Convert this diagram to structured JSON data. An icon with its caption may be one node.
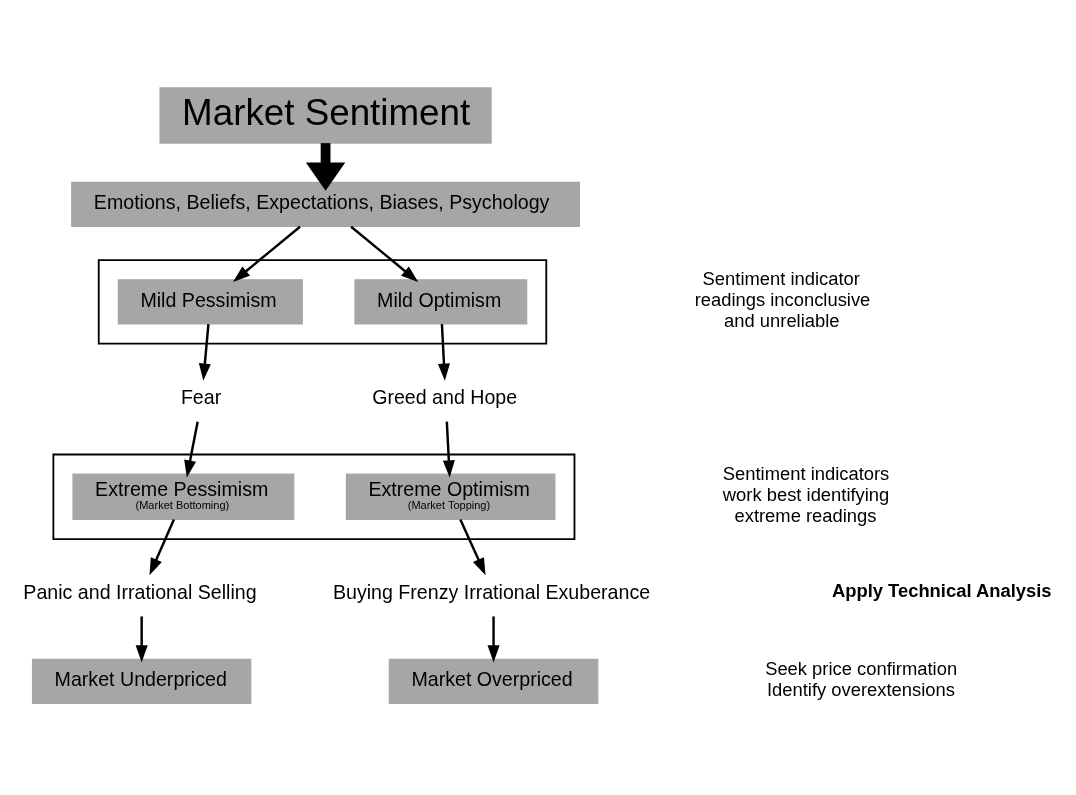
{
  "diagram": {
    "nodes": [
      {
        "text": [
          "Market Sentiment"
        ]
      },
      {
        "text": [
          "Emotions, Beliefs, Expectations, Biases, Psychology"
        ]
      },
      {
        "text": [],
        "shape": "box"
      },
      {
        "text": [
          "Mild Pessimism"
        ],
        "in": 2
      },
      {
        "text": [
          "Mild Optimism"
        ],
        "in": 2
      },
      {
        "text": [
          "Fear"
        ]
      },
      {
        "text": [
          "Greed and Hope"
        ]
      },
      {
        "text": [],
        "shape": "box"
      },
      {
        "text": [
          "Extreme Pessimism",
          "(Market Bottoming)"
        ],
        "in": 7
      },
      {
        "text": [
          "Extreme Optimism",
          "(Market Topping)"
        ],
        "in": 7
      },
      {
        "text": [
          "Panic and Irrational Selling"
        ]
      },
      {
        "text": [
          "Buying Frenzy Irrational Exuberance"
        ]
      },
      {
        "text": [
          "Market Underpriced"
        ]
      },
      {
        "text": [
          "Market Overpriced"
        ]
      }
    ],
    "edges": [
      {
        "from": 0,
        "to": 1,
        "arrow": "to",
        "style": "thick"
      },
      {
        "from": 1,
        "to": 3,
        "arrow": "to"
      },
      {
        "from": 1,
        "to": 4,
        "arrow": "to"
      },
      {
        "from": 3,
        "to": 5,
        "arrow": "to"
      },
      {
        "from": 4,
        "to": 6,
        "arrow": "to"
      },
      {
        "from": 5,
        "to": 8,
        "arrow": "to"
      },
      {
        "from": 6,
        "to": 9,
        "arrow": "to"
      },
      {
        "from": 8,
        "to": 10,
        "arrow": "to"
      },
      {
        "from": 9,
        "to": 11,
        "arrow": "to"
      },
      {
        "from": 10,
        "to": 12,
        "arrow": "to"
      },
      {
        "from": 11,
        "to": 13,
        "arrow": "to"
      }
    ],
    "labels": [
      "Sentiment indicator readings inconclusive and unreliable",
      "Sentiment indicators work best identifying extreme readings",
      "Apply Technical Analysis",
      "Seek price confirmation Identify overextensions"
    ]
  }
}
